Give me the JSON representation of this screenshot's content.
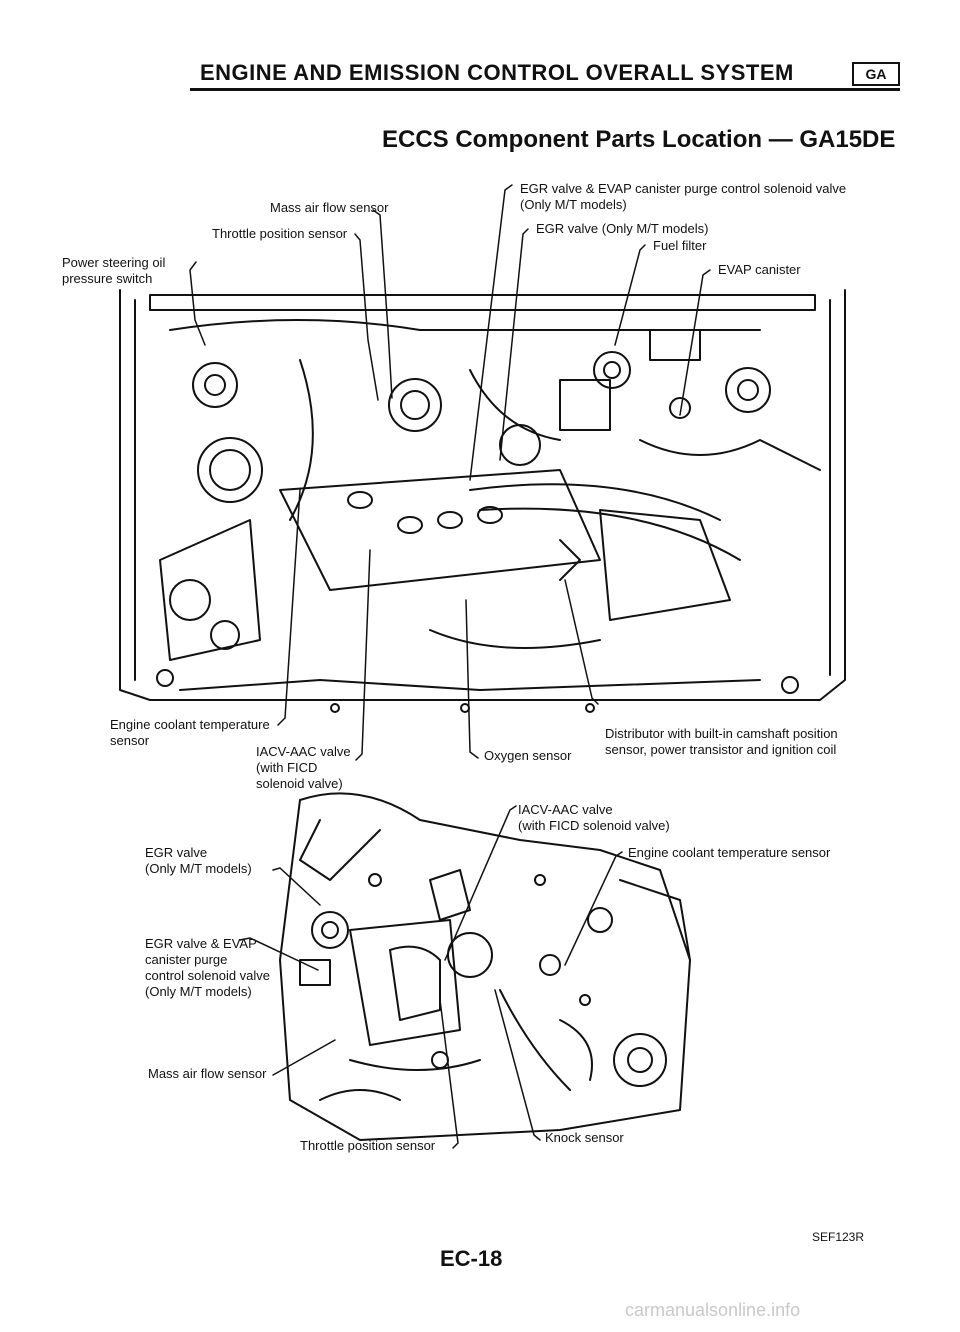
{
  "header": {
    "title": "ENGINE AND EMISSION CONTROL OVERALL SYSTEM",
    "badge": "GA",
    "subtitle": "ECCS Component Parts Location — GA15DE"
  },
  "top_figure_labels": {
    "egr_evap_solenoid": "EGR valve & EVAP canister purge control solenoid valve\n(Only M/T models)",
    "mass_air_flow": "Mass air flow sensor",
    "egr_valve": "EGR valve (Only M/T models)",
    "throttle_position": "Throttle position sensor",
    "fuel_filter": "Fuel filter",
    "power_steering": "Power steering oil\npressure switch",
    "evap_canister": "EVAP canister",
    "engine_coolant": "Engine coolant temperature\nsensor",
    "iacv_aac": "IACV-AAC valve\n(with FICD\nsolenoid valve)",
    "oxygen_sensor": "Oxygen sensor",
    "distributor": "Distributor with built-in camshaft position\nsensor, power transistor and ignition coil"
  },
  "bottom_figure_labels": {
    "iacv_aac": "IACV-AAC valve\n(with FICD solenoid valve)",
    "egr_valve": "EGR valve\n(Only M/T models)",
    "engine_coolant": "Engine coolant temperature sensor",
    "egr_evap_solenoid": "EGR valve & EVAP\ncanister purge\ncontrol solenoid valve\n(Only M/T models)",
    "mass_air_flow": "Mass air flow sensor",
    "throttle_position": "Throttle position sensor",
    "knock_sensor": "Knock sensor"
  },
  "footer": {
    "figure_code": "SEF123R",
    "page_number": "EC-18",
    "watermark": "carmanualsonline.info"
  }
}
